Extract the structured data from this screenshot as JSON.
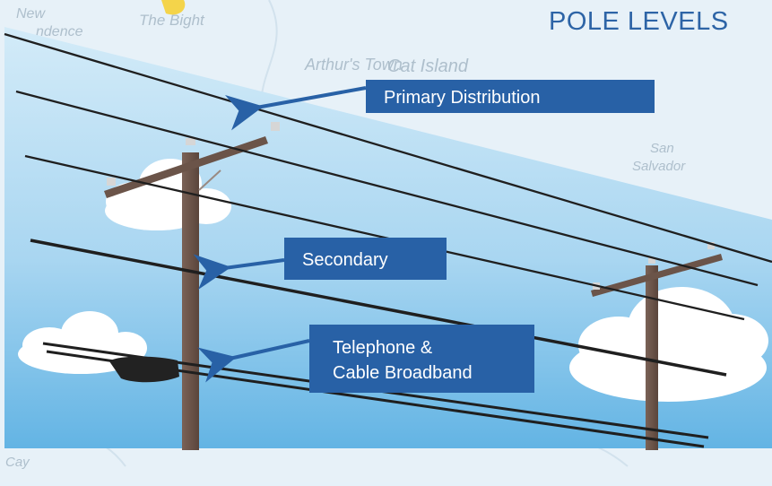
{
  "title": "POLE LEVELS",
  "labels": {
    "primary": "Primary Distribution",
    "secondary": "Secondary",
    "telecom_line1": "Telephone &",
    "telecom_line2": "Cable Broadband"
  },
  "map_text": {
    "new_providence": "New\nProvidence",
    "the_bight": "The Bight",
    "arthurs_town": "Arthur's Town",
    "cat_island": "Cat Island",
    "san_salvador": "San\nSalvador",
    "cay": "Cay"
  },
  "colors": {
    "title": "#2d64a6",
    "label_box": "#2861a6",
    "arrow": "#2861a6",
    "pole": "#6b5449",
    "wire": "#1f1f1f",
    "sky_top": "#bfe0f3",
    "sky_bottom": "#5fb3e3"
  }
}
